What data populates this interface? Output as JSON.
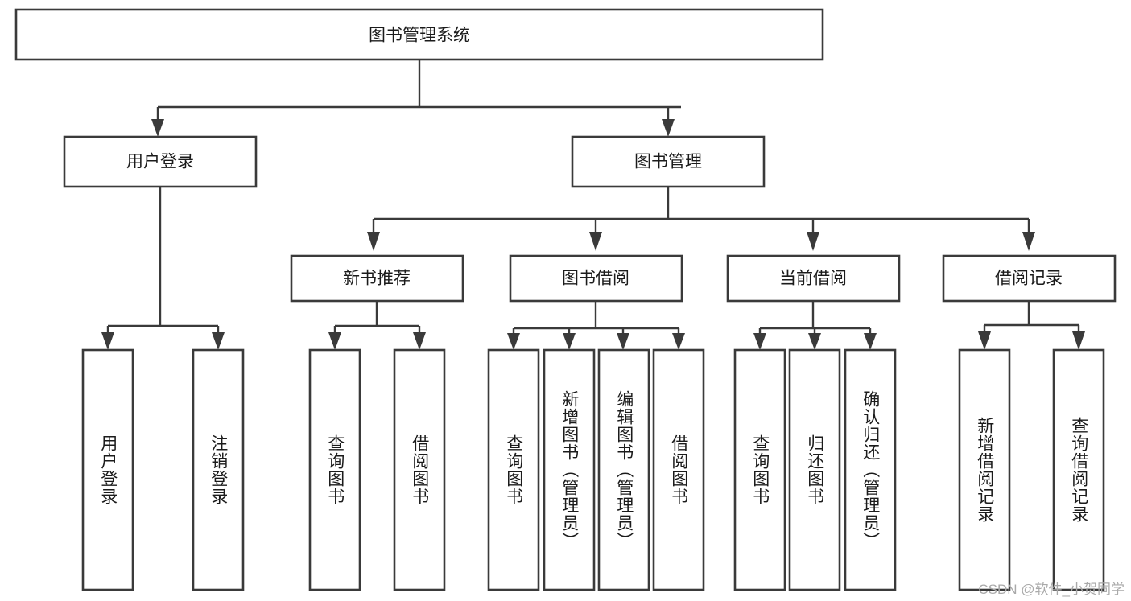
{
  "diagram": {
    "type": "tree-hierarchy",
    "title": "图书管理系统",
    "watermark": "CSDN @软件_小贺同学",
    "colors": {
      "box_stroke": "#3a3a3a",
      "box_fill": "#ffffff",
      "connector": "#3a3a3a",
      "text": "#1b1b1b",
      "watermark": "#a9a9a9",
      "background": "#ffffff"
    },
    "levels": {
      "root": "图书管理系统",
      "level2": [
        "用户登录",
        "图书管理"
      ],
      "level3": [
        "新书推荐",
        "图书借阅",
        "当前借阅",
        "借阅记录"
      ]
    },
    "nodes": {
      "root": {
        "label": "图书管理系统",
        "orientation": "horizontal"
      },
      "user_login": {
        "label": "用户登录",
        "orientation": "horizontal"
      },
      "book_manage": {
        "label": "图书管理",
        "orientation": "horizontal"
      },
      "new_book_rec": {
        "label": "新书推荐",
        "orientation": "horizontal"
      },
      "book_borrow": {
        "label": "图书借阅",
        "orientation": "horizontal"
      },
      "current_borrow": {
        "label": "当前借阅",
        "orientation": "horizontal"
      },
      "borrow_record": {
        "label": "借阅记录",
        "orientation": "horizontal"
      },
      "leaf_user_login": {
        "label": "用户登录",
        "orientation": "vertical"
      },
      "leaf_logout": {
        "label": "注销登录",
        "orientation": "vertical"
      },
      "leaf_query_book_a": {
        "label": "查询图书",
        "orientation": "vertical"
      },
      "leaf_borrow_book_a": {
        "label": "借阅图书",
        "orientation": "vertical"
      },
      "leaf_query_book_b": {
        "label": "查询图书",
        "orientation": "vertical"
      },
      "leaf_add_book": {
        "label": "新增图书（管理员）",
        "orientation": "vertical"
      },
      "leaf_edit_book": {
        "label": "编辑图书（管理员）",
        "orientation": "vertical"
      },
      "leaf_borrow_book_b": {
        "label": "借阅图书",
        "orientation": "vertical"
      },
      "leaf_query_book_c": {
        "label": "查询图书",
        "orientation": "vertical"
      },
      "leaf_return_book": {
        "label": "归还图书",
        "orientation": "vertical"
      },
      "leaf_confirm_return": {
        "label": "确认归还（管理员）",
        "orientation": "vertical"
      },
      "leaf_add_record": {
        "label": "新增借阅记录",
        "orientation": "vertical"
      },
      "leaf_query_record": {
        "label": "查询借阅记录",
        "orientation": "vertical"
      }
    },
    "edges": [
      {
        "from": "图书管理系统",
        "to": "用户登录"
      },
      {
        "from": "图书管理系统",
        "to": "图书管理"
      },
      {
        "from": "用户登录",
        "to": "用户登录(叶)"
      },
      {
        "from": "用户登录",
        "to": "注销登录"
      },
      {
        "from": "图书管理",
        "to": "新书推荐"
      },
      {
        "from": "图书管理",
        "to": "图书借阅"
      },
      {
        "from": "图书管理",
        "to": "当前借阅"
      },
      {
        "from": "图书管理",
        "to": "借阅记录"
      },
      {
        "from": "新书推荐",
        "to": "查询图书"
      },
      {
        "from": "新书推荐",
        "to": "借阅图书"
      },
      {
        "from": "图书借阅",
        "to": "查询图书"
      },
      {
        "from": "图书借阅",
        "to": "新增图书（管理员）"
      },
      {
        "from": "图书借阅",
        "to": "编辑图书（管理员）"
      },
      {
        "from": "图书借阅",
        "to": "借阅图书"
      },
      {
        "from": "当前借阅",
        "to": "查询图书"
      },
      {
        "from": "当前借阅",
        "to": "归还图书"
      },
      {
        "from": "当前借阅",
        "to": "确认归还（管理员）"
      },
      {
        "from": "借阅记录",
        "to": "新增借阅记录"
      },
      {
        "from": "借阅记录",
        "to": "查询借阅记录"
      }
    ]
  }
}
